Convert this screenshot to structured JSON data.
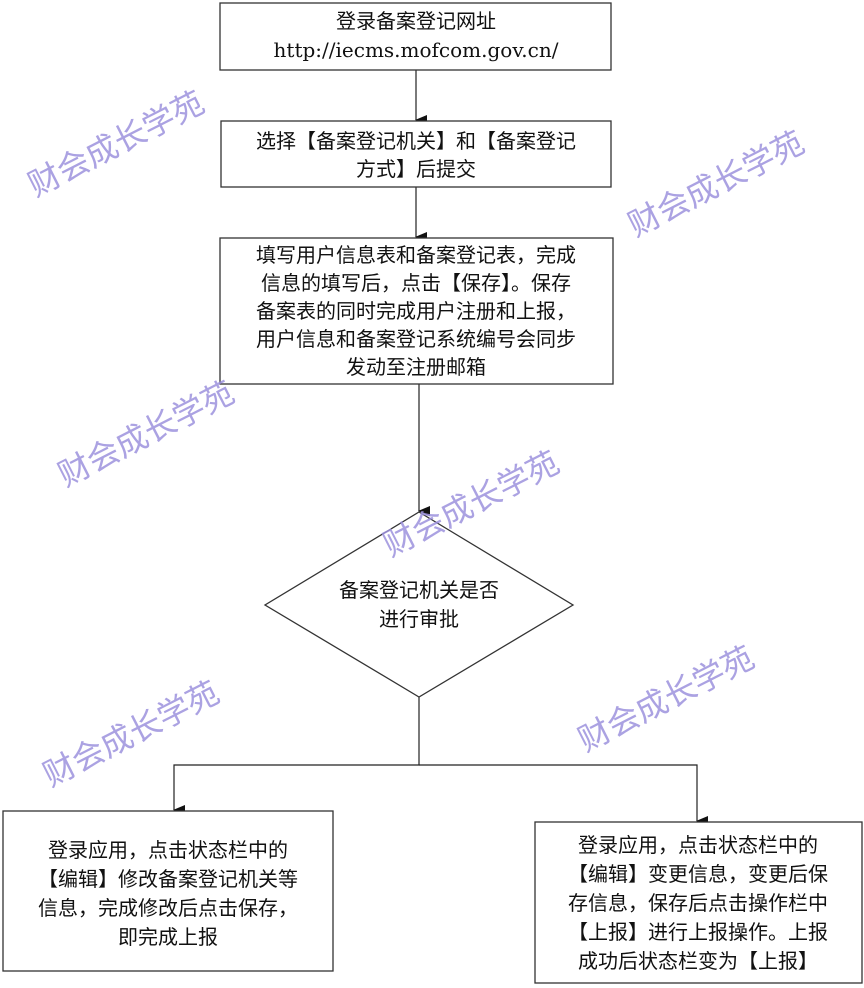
{
  "steps": {
    "login": [
      "登录备案登记网址",
      "http://iecms.mofcom.gov.cn/"
    ],
    "select": [
      "选择【备案登记机关】和【备案登记",
      "方式】后提交"
    ],
    "fill": [
      "填写用户信息表和备案登记表，完成",
      "信息的填写后，点击【保存】。保存",
      "备案表的同时完成用户注册和上报，",
      "用户信息和备案登记系统编号会同步",
      "发动至注册邮箱"
    ],
    "decision": [
      "备案登记机关是否",
      "进行审批"
    ],
    "left": [
      "登录应用，点击状态栏中的",
      "【编辑】修改备案登记机关等",
      "信息，完成修改后点击保存，",
      "即完成上报"
    ],
    "right": [
      "登录应用，点击状态栏中的",
      "【编辑】变更信息，变更后保",
      "存信息，保存后点击操作栏中",
      "【上报】进行上报操作。上报",
      "成功后状态栏变为【上报】"
    ]
  },
  "watermark": "财会成长学苑",
  "colors": {
    "watermark": "#9d92de",
    "stroke": "#222222"
  }
}
